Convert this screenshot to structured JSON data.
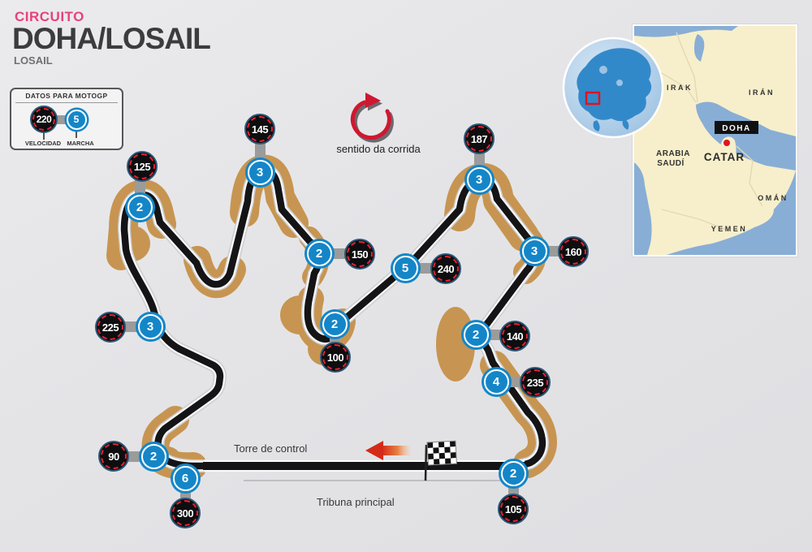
{
  "header": {
    "kicker": "CIRCUITO",
    "title": "DOHA/LOSAIL",
    "subtitle": "LOSAIL"
  },
  "legend": {
    "title": "DATOS PARA MOTOGP",
    "speed_value": "220",
    "speed_label": "VELOCIDAD",
    "gear_value": "5",
    "gear_label": "MARCHA"
  },
  "direction": {
    "label": "sentido da corrida"
  },
  "track": {
    "control_tower_label": "Torre de control",
    "grandstand_label": "Tribuna principal"
  },
  "corners": [
    {
      "speed": "125",
      "gear": "2",
      "sx": 175,
      "sy": 205,
      "gx": 172,
      "gy": 255,
      "o": "v"
    },
    {
      "speed": "145",
      "gear": "3",
      "sx": 320,
      "sy": 159,
      "gx": 320,
      "gy": 212,
      "o": "v"
    },
    {
      "speed": "187",
      "gear": "3",
      "sx": 590,
      "sy": 171,
      "gx": 590,
      "gy": 221,
      "o": "v"
    },
    {
      "speed": "150",
      "gear": "2",
      "sx": 443,
      "sy": 313,
      "gx": 393,
      "gy": 312,
      "o": "h"
    },
    {
      "speed": "240",
      "gear": "5",
      "sx": 549,
      "sy": 331,
      "gx": 499,
      "gy": 330,
      "o": "h"
    },
    {
      "speed": "160",
      "gear": "3",
      "sx": 706,
      "sy": 310,
      "gx": 658,
      "gy": 309,
      "o": "h"
    },
    {
      "speed": "100",
      "gear": "2",
      "sx": 413,
      "sy": 440,
      "gx": 412,
      "gy": 399,
      "o": "v"
    },
    {
      "speed": "225",
      "gear": "3",
      "sx": 136,
      "sy": 403,
      "gx": 185,
      "gy": 402,
      "o": "h"
    },
    {
      "speed": "140",
      "gear": "2",
      "sx": 634,
      "sy": 414,
      "gx": 586,
      "gy": 412,
      "o": "h"
    },
    {
      "speed": "235",
      "gear": "4",
      "sx": 659,
      "sy": 471,
      "gx": 611,
      "gy": 470,
      "o": "h"
    },
    {
      "speed": "90",
      "gear": "2",
      "sx": 140,
      "sy": 562,
      "gx": 189,
      "gy": 562,
      "o": "h"
    },
    {
      "speed": "300",
      "gear": "6",
      "sx": 228,
      "sy": 632,
      "gx": 228,
      "gy": 589,
      "o": "v"
    },
    {
      "speed": "105",
      "gear": "2",
      "sx": 632,
      "sy": 627,
      "gx": 632,
      "gy": 583,
      "o": "v"
    }
  ],
  "map": {
    "labels": {
      "irak": "IRAK",
      "iran": "IRÁN",
      "arabia_line1": "ARABIA",
      "arabia_line2": "SAUDÍ",
      "catar": "CATAR",
      "oman": "OMÁN",
      "yemen": "YEMEN",
      "doha": "DOHA"
    }
  },
  "colors": {
    "kicker_pink": "#e8407d",
    "gear_blue": "#1486c8",
    "speed_ring_red": "#e62230",
    "sand": "#c79551",
    "track_black": "#141416",
    "map_land": "#f7efcb",
    "map_water": "#88aed6",
    "arrow_red": "#d42a18"
  }
}
